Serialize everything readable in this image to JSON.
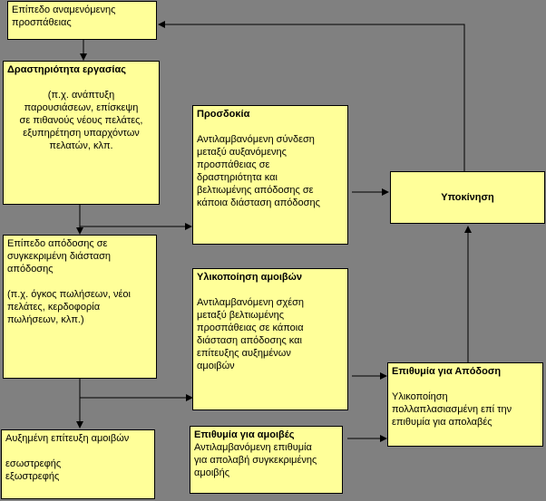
{
  "boxes": {
    "effort_level": {
      "title": "",
      "body": "Επίπεδο αναμενόμενης\nπροσπάθειας"
    },
    "work_activity": {
      "title": "Δραστηριότητα εργασίας",
      "body": "(π.χ. ανάπτυξη\nπαρουσιάσεων, επίσκεψη\nσε πιθανούς νέους πελάτες,\nεξυπηρέτηση υπαρχόντων\nπελατών, κλπ."
    },
    "expectancy": {
      "title": "Προσδοκία",
      "body": "Αντιλαμβανόμενη σύνδεση\nμεταξύ αυξανόμενης\nπροσπάθειας σε\nδραστηριότητα και\nβελτιωμένης απόδοσης σε\nκάποια διάσταση απόδοσης"
    },
    "motivation": {
      "title": "Υποκίνηση",
      "body": ""
    },
    "performance_level": {
      "title": "",
      "body": "Επίπεδο απόδοσης σε\nσυγκεκριμένη διάσταση\nαπόδοσης\n\n(π.χ. όγκος πωλήσεων, νέοι\nπελάτες, κερδοφορία\nπωλήσεων, κλπ.)"
    },
    "instrumentality": {
      "title": "Υλικοποίηση αμοιβών",
      "body": "Αντιλαμβανόμενη σχέση\nμεταξύ βελτιωμένης\nπροσπάθειας σε κάποια\nδιάσταση απόδοσης και\nεπίτευξης αυξημένων\nαμοιβών"
    },
    "desire_performance": {
      "title": "Επιθυμία για Απόδοση",
      "body": "Υλικοποίηση\nπολλαπλασιασμένη επί την\nεπιθυμία για απολαβές"
    },
    "increased_rewards": {
      "title": "",
      "body": "Αυξημένη επίτευξη αμοιβών\n\nεσωστρεφής\nεξωστρεφής"
    },
    "desire_rewards": {
      "title": "Επιθυμία για αμοιβές",
      "body": "Αντιλαμβανόμενη επιθυμία\nγια απολαβή συγκεκριμένης\nαμοιβής"
    }
  }
}
